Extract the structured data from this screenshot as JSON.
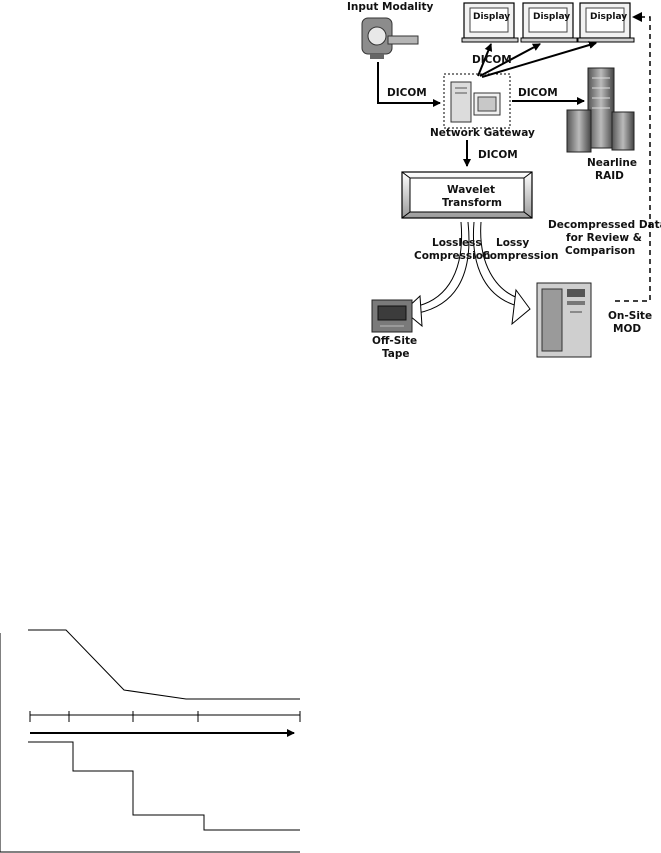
{
  "diagram": {
    "input_modality": "Input Modality",
    "display_label": "Display",
    "dicom_label": "DICOM",
    "network_gateway": "Network Gateway",
    "wavelet_line1": "Wavelet",
    "wavelet_line2": "Transform",
    "nearline_line1": "Nearline",
    "nearline_line2": "RAID",
    "decompressed_line1": "Decompressed Data",
    "decompressed_line2": "for Review &",
    "decompressed_line3": "Comparison",
    "lossless_line1": "Lossless",
    "lossless_line2": "Compression",
    "lossy_line1": "Lossy",
    "lossy_line2": "Compression",
    "offsite_line1": "Off-Site",
    "offsite_line2": "Tape",
    "onsite_line1": "On-Site",
    "onsite_line2": "MOD"
  },
  "icons": {
    "scanner": "ct-scanner-icon",
    "display": "computer-monitor-icon",
    "gateway": "server-workstation-icon",
    "raid": "raid-storage-icon",
    "tape": "tape-drive-icon",
    "mod": "optical-disk-library-icon"
  }
}
